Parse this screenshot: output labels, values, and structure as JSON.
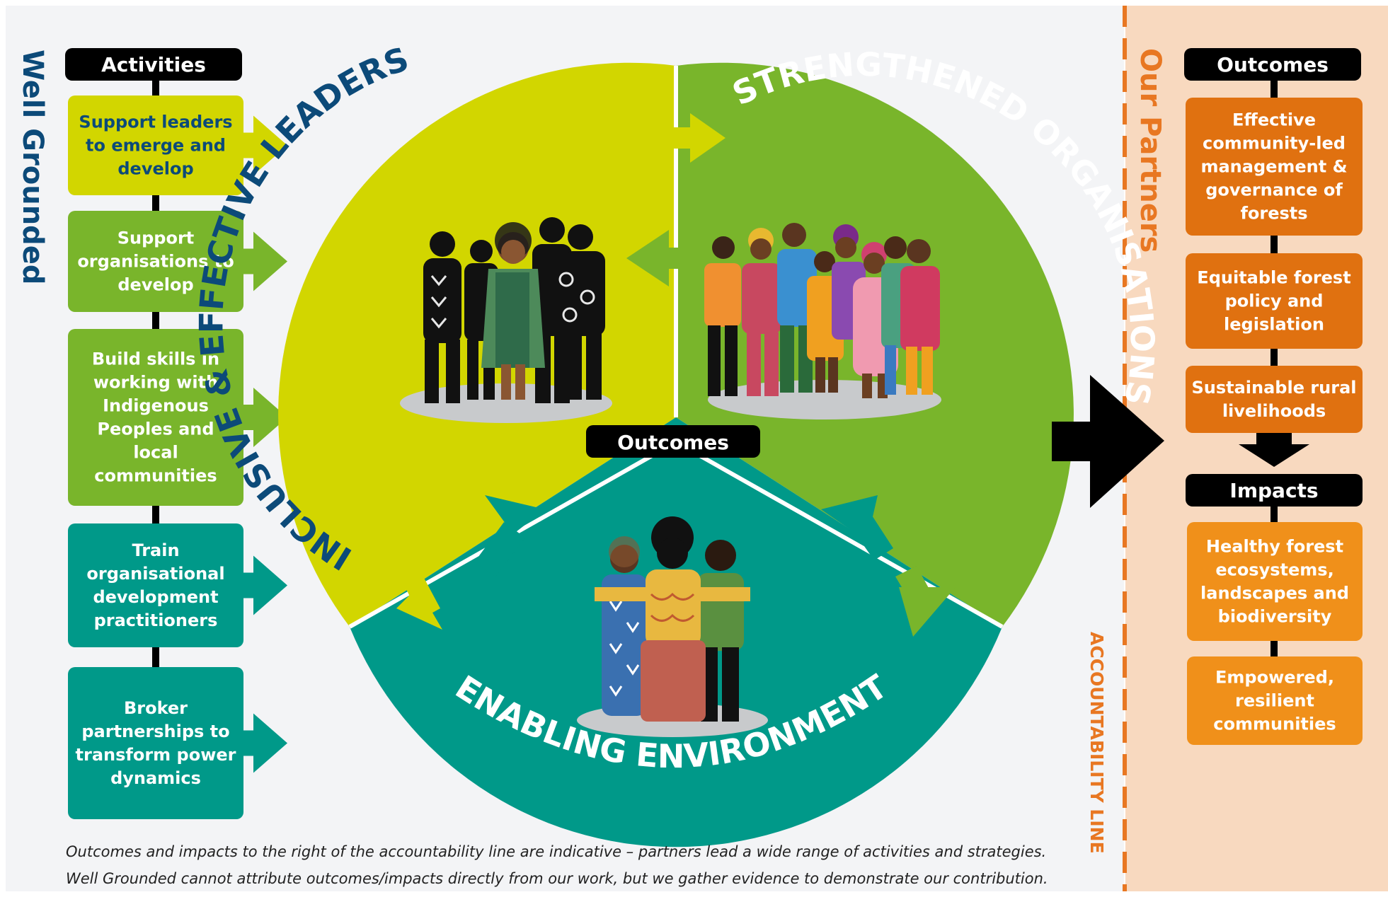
{
  "colors": {
    "background": "#f3f4f6",
    "partners_panel": "#f8d9bf",
    "lime": "#d2d600",
    "green": "#79b52b",
    "teal": "#009989",
    "orange_dark": "#e07110",
    "orange_light": "#f0901a",
    "navy": "#0c4a79",
    "black": "#000000",
    "accountability_orange": "#e87722"
  },
  "sidebar_title": "Well Grounded",
  "partners_title": "Our Partners",
  "accountability_label": "ACCOUNTABILITY LINE",
  "activities": {
    "header": "Activities",
    "items": [
      {
        "text": "Support leaders to emerge and develop",
        "color": "lime"
      },
      {
        "text": "Support organisations to develop",
        "color": "green"
      },
      {
        "text": "Build skills in working with Indigenous Peoples and local communities",
        "color": "green"
      },
      {
        "text": "Train organisational development practitioners",
        "color": "teal"
      },
      {
        "text": "Broker partnerships to transform power dynamics",
        "color": "teal"
      }
    ]
  },
  "wheel": {
    "center_label": "Outcomes",
    "segments": [
      {
        "label": "INCLUSIVE & EFFECTIVE LEADERS",
        "color": "lime"
      },
      {
        "label": "STRENGTHENED ORGANISATIONS",
        "color": "green"
      },
      {
        "label": "ENABLING ENVIRONMENT",
        "color": "teal"
      }
    ]
  },
  "outcomes": {
    "header": "Outcomes",
    "items": [
      "Effective community-led management & governance of forests",
      "Equitable forest policy and legislation",
      "Sustainable rural livelihoods"
    ]
  },
  "impacts": {
    "header": "Impacts",
    "items": [
      "Healthy forest ecosystems, landscapes and biodiversity",
      "Empowered, resilient communities"
    ]
  },
  "footnote": [
    "Outcomes and impacts to the right of the accountability line are indicative – partners lead a wide range of activities and strategies.",
    "Well Grounded cannot attribute outcomes/impacts directly from our work, but we gather evidence to demonstrate our contribution."
  ],
  "illustrations": [
    "leaders-group-illustration",
    "organisation-members-illustration",
    "embracing-trio-illustration"
  ]
}
